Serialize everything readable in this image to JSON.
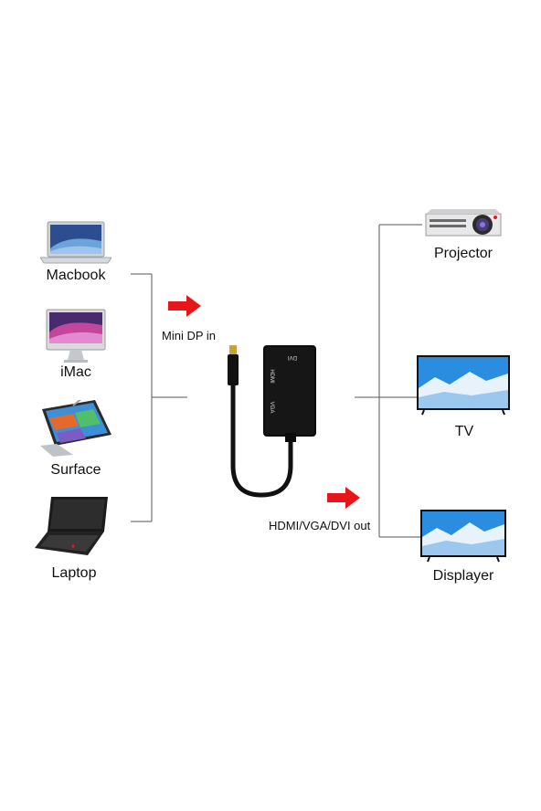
{
  "inputs": [
    {
      "label": "Macbook",
      "icon": "laptop-macbook-icon"
    },
    {
      "label": "iMac",
      "icon": "imac-icon"
    },
    {
      "label": "Surface",
      "icon": "surface-tablet-icon"
    },
    {
      "label": "Laptop",
      "icon": "laptop-icon"
    }
  ],
  "outputs": [
    {
      "label": "Projector",
      "icon": "projector-icon"
    },
    {
      "label": "TV",
      "icon": "tv-icon"
    },
    {
      "label": "Displayer",
      "icon": "monitor-icon"
    }
  ],
  "adapter": {
    "in_label": "Mini DP in",
    "out_label": "HDMI/VGA/DVI out",
    "ports": [
      "DVI",
      "HDMI",
      "VGA"
    ]
  },
  "colors": {
    "arrow": "#e8161b",
    "line": "#555555",
    "adapter_body": "#0c0c0c",
    "screen_blue": "#2a8de0"
  }
}
